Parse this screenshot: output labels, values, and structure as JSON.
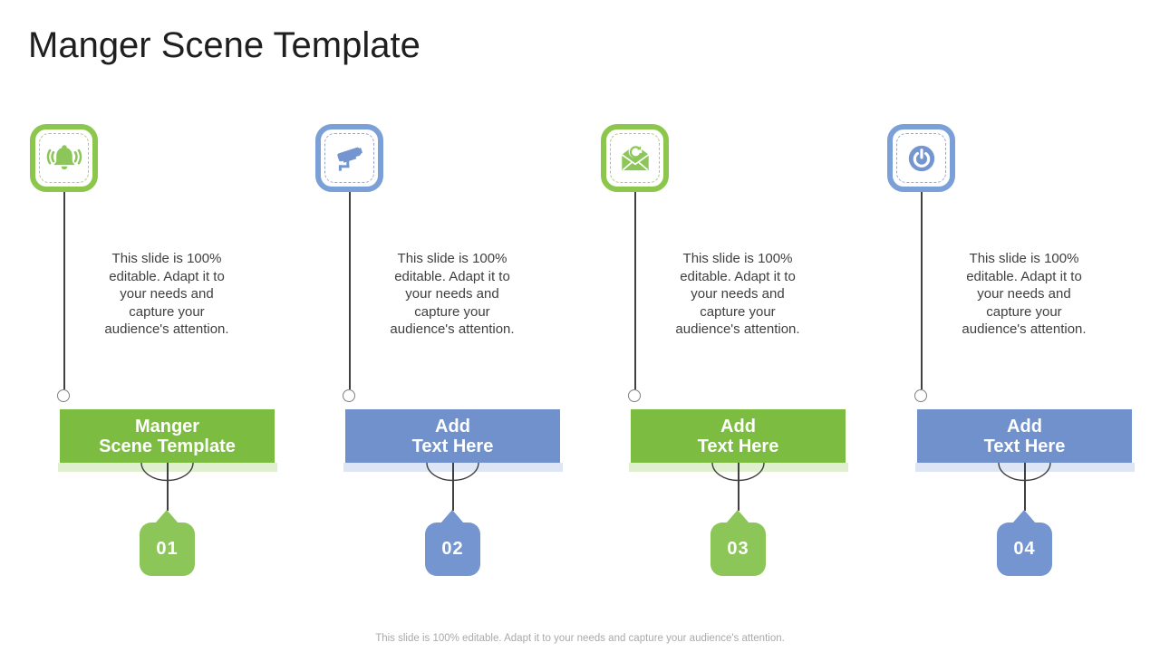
{
  "slide": {
    "title": "Manger Scene Template",
    "footer": "This slide is 100% editable. Adapt it to your needs and capture your audience's attention.",
    "colors": {
      "green_main": "#7cbc40",
      "green_badge": "#8cc659",
      "green_border": "#8cc64c",
      "green_pale": "#e0efcf",
      "green_dash": "#a9c787",
      "blue_main": "#7191cc",
      "blue_badge": "#7495d0",
      "blue_border": "#7ba0d8",
      "blue_pale": "#dee5f4",
      "blue_dash": "#93a9d4",
      "line": "#404040"
    },
    "columns": [
      {
        "number": "01",
        "theme": "green",
        "icon": "alarm-bell-icon",
        "description": "This slide is 100%\neditable. Adapt it to\nyour needs and\ncapture your\naudience's attention.",
        "banner": "Manger\nScene Template"
      },
      {
        "number": "02",
        "theme": "blue",
        "icon": "cctv-camera-icon",
        "description": "This slide is 100%\neditable. Adapt it to\nyour needs and\ncapture your\naudience's attention.",
        "banner": "Add\nText Here"
      },
      {
        "number": "03",
        "theme": "green",
        "icon": "email-sync-icon",
        "description": "This slide is 100%\neditable. Adapt it to\nyour needs and\ncapture your\naudience's attention.",
        "banner": "Add\nText Here"
      },
      {
        "number": "04",
        "theme": "blue",
        "icon": "power-button-icon",
        "description": "This slide is 100%\neditable. Adapt it to\nyour needs and\ncapture your\naudience's attention.",
        "banner": "Add\nText Here"
      }
    ]
  }
}
